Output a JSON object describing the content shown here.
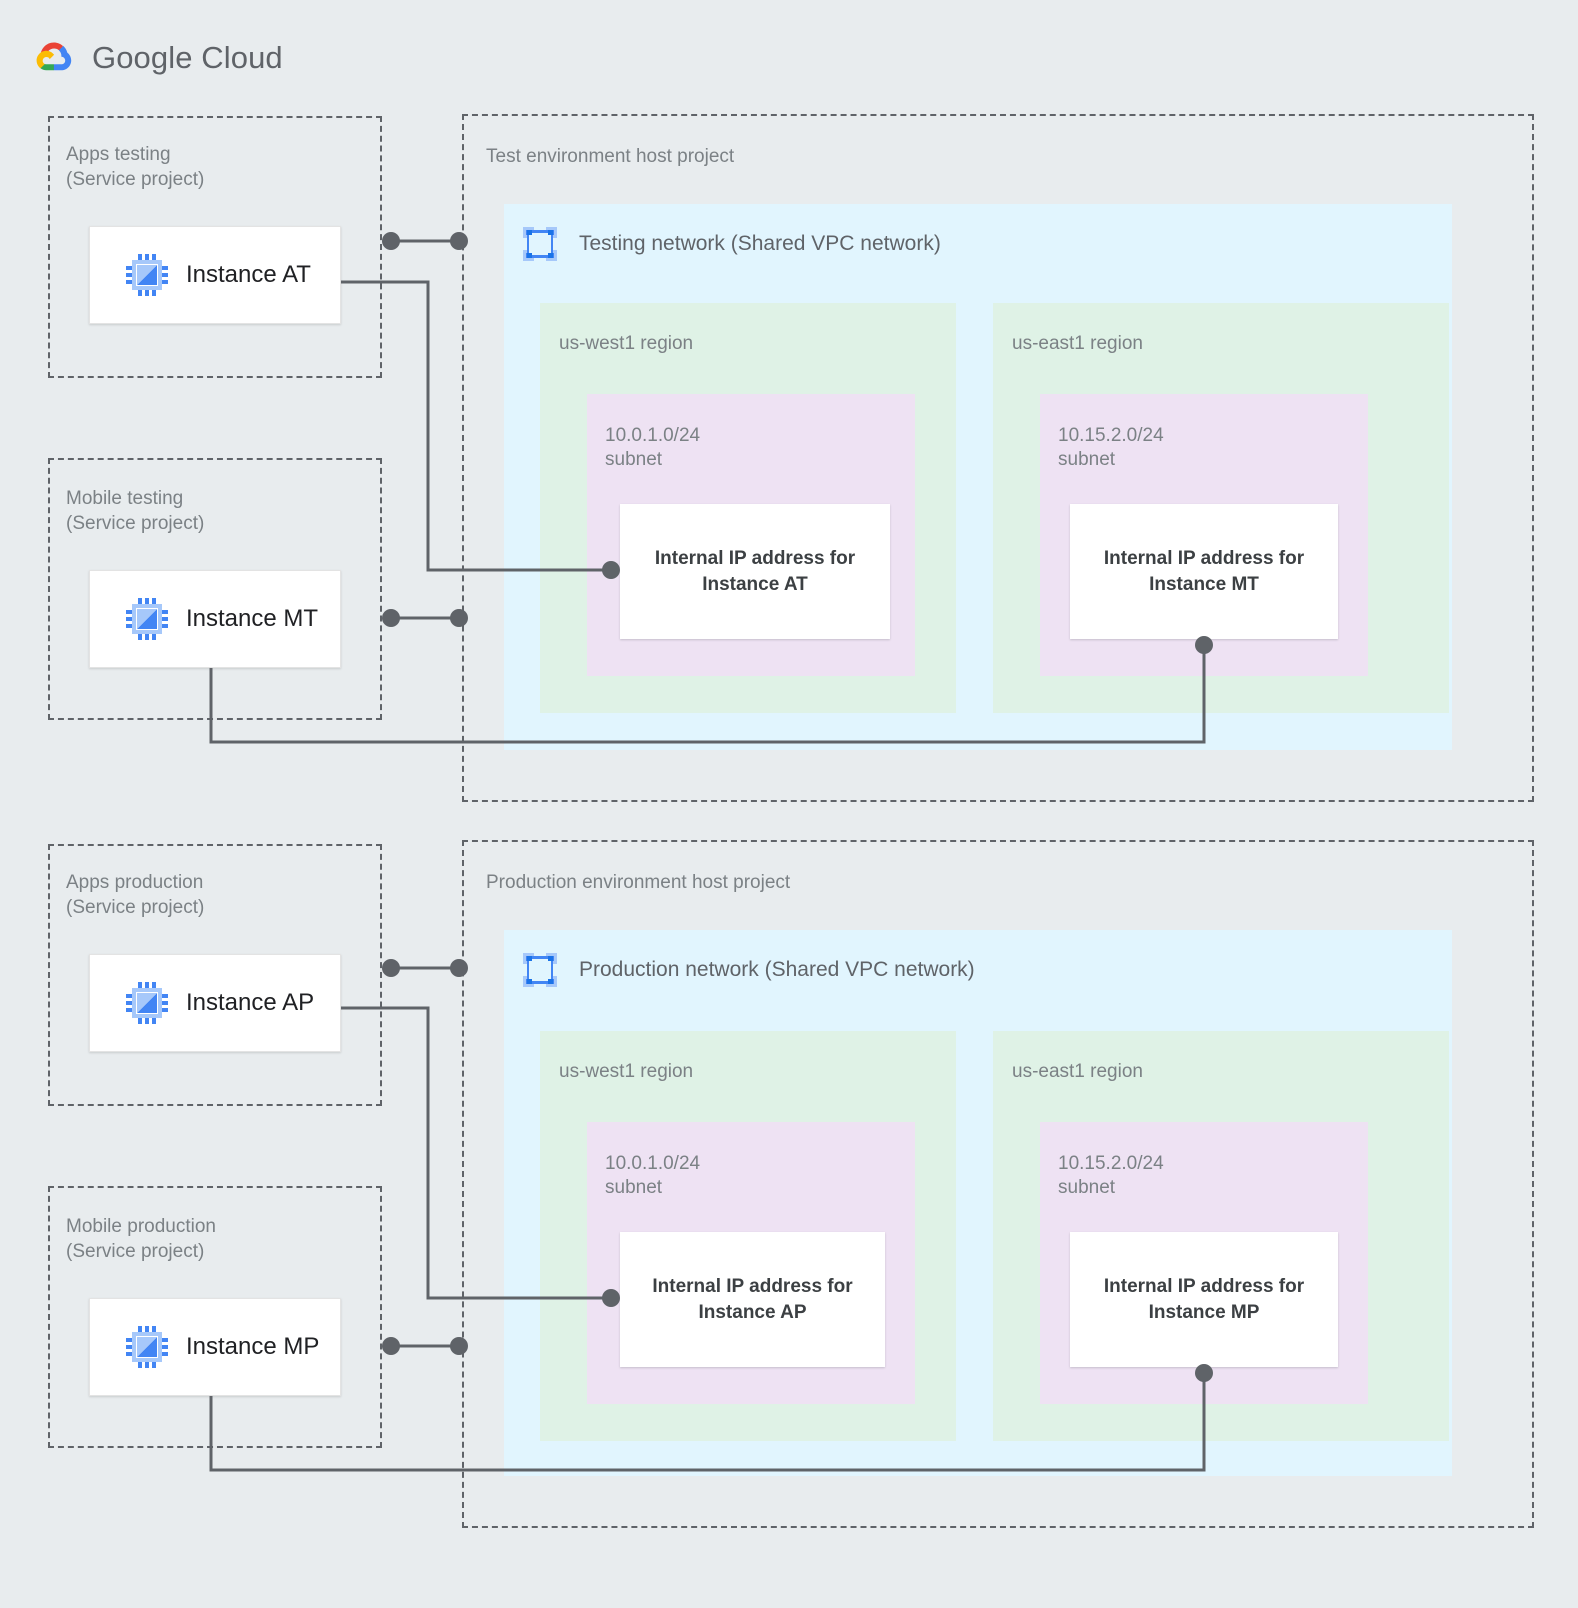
{
  "brand": {
    "name": "Google Cloud",
    "logo_icon": "google-cloud-logo-icon",
    "colors": {
      "red": "#EA4335",
      "yellow": "#FBBC04",
      "green": "#34A853",
      "blue": "#4285F4",
      "text": "#5F6368"
    }
  },
  "canvas": {
    "background": "#e8ecee",
    "region_fill": "#dff2e6",
    "subnet_fill": "#eee2f3",
    "vpc_fill": "#e1f5fe",
    "wire_color": "#5f6368"
  },
  "service_projects": [
    {
      "id": "apps-testing",
      "title": "Apps testing\n(Service project)",
      "instance": {
        "label": "Instance AT",
        "icon": "compute-engine-chip-icon"
      }
    },
    {
      "id": "mobile-testing",
      "title": "Mobile testing\n(Service project)",
      "instance": {
        "label": "Instance MT",
        "icon": "compute-engine-chip-icon"
      }
    },
    {
      "id": "apps-production",
      "title": "Apps production\n(Service project)",
      "instance": {
        "label": "Instance AP",
        "icon": "compute-engine-chip-icon"
      }
    },
    {
      "id": "mobile-production",
      "title": "Mobile production\n(Service project)",
      "instance": {
        "label": "Instance MP",
        "icon": "compute-engine-chip-icon"
      }
    }
  ],
  "host_projects": [
    {
      "id": "test-env",
      "title": "Test environment host project",
      "network": {
        "title": "Testing network (Shared VPC network)",
        "icon": "vpc-network-icon"
      },
      "regions": [
        {
          "name": "us-west1 region",
          "subnet": {
            "cidr": "10.0.1.0/24\nsubnet",
            "ip_card": "Internal IP address for\nInstance AT"
          }
        },
        {
          "name": "us-east1 region",
          "subnet": {
            "cidr": "10.15.2.0/24\nsubnet",
            "ip_card": "Internal IP address for\nInstance MT"
          }
        }
      ]
    },
    {
      "id": "prod-env",
      "title": "Production environment host project",
      "network": {
        "title": "Production network (Shared VPC network)",
        "icon": "vpc-network-icon"
      },
      "regions": [
        {
          "name": "us-west1 region",
          "subnet": {
            "cidr": "10.0.1.0/24\nsubnet",
            "ip_card": "Internal IP address for\nInstance AP"
          }
        },
        {
          "name": "us-east1 region",
          "subnet": {
            "cidr": "10.15.2.0/24\nsubnet",
            "ip_card": "Internal IP address for\nInstance MP"
          }
        }
      ]
    }
  ]
}
